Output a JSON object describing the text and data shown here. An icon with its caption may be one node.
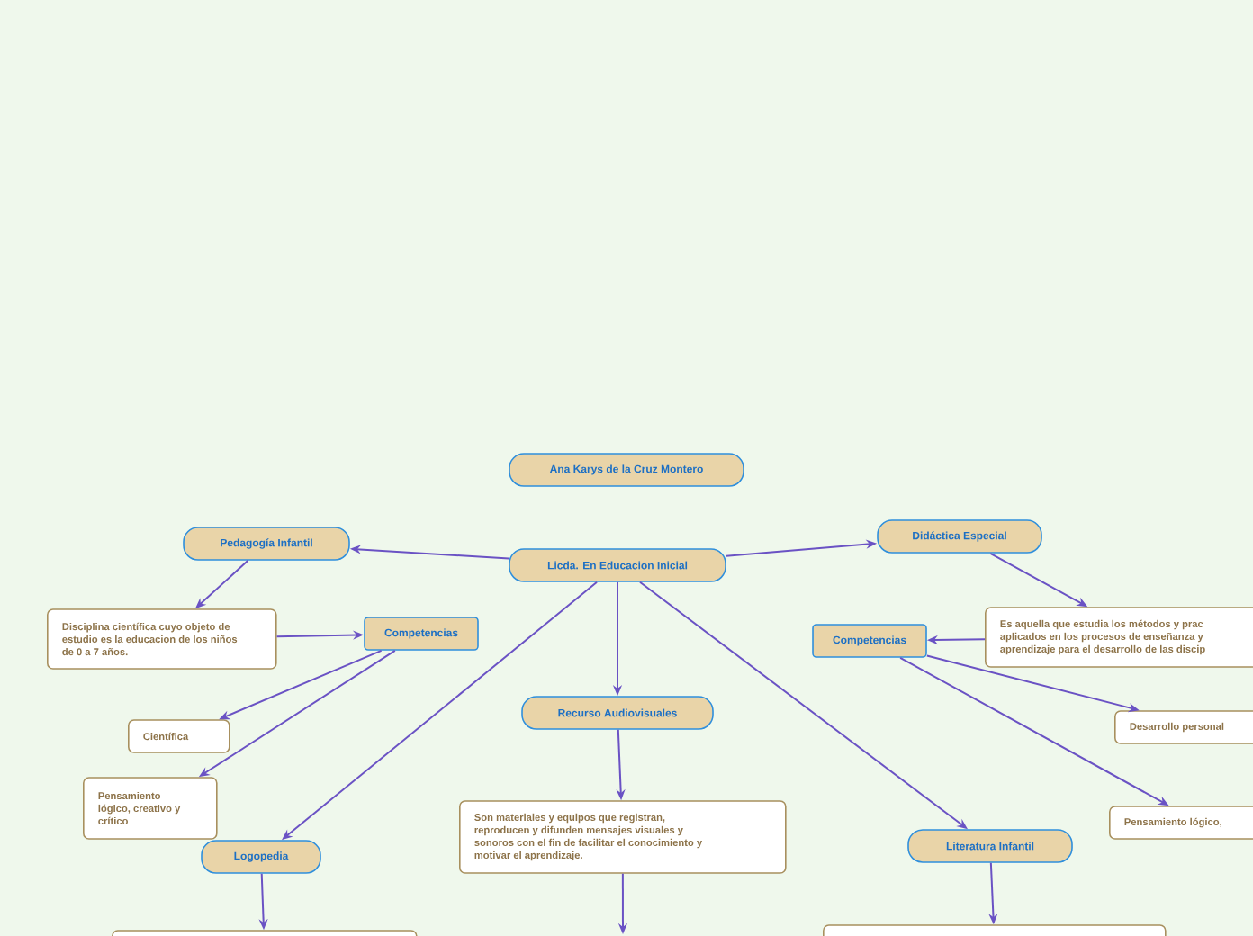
{
  "diagram": {
    "nodes": [
      {
        "text": [
          "Ana Karys de la Cruz Montero"
        ]
      },
      {
        "text": [
          "Licda. En Educacion Inicial"
        ]
      },
      {
        "text": [
          "Pedagogía Infantil"
        ]
      },
      {
        "text": [
          "Disciplina científica cuyo objeto de estudio es la educacion de los niños de 0 a 7 años."
        ]
      },
      {
        "text": [
          "Competencias"
        ]
      },
      {
        "text": [
          "Científica"
        ]
      },
      {
        "text": [
          "Pensamiento lógico, creativo y crítico"
        ]
      },
      {
        "text": [
          "Logopedia"
        ]
      },
      {
        "text": [],
        "shape": "box"
      },
      {
        "text": [
          "Recurso Audiovisuales"
        ]
      },
      {
        "text": [
          "Son materiales y equipos que registran, reproducen y difunden mensajes visuales y sonoros con el fin de facilitar el conocimiento y motivar el aprendizaje."
        ]
      },
      {
        "text": [
          "Didáctica Especial"
        ]
      },
      {
        "text": [
          "Es aquella que estudia los métodos y prac aplicados en los procesos de enseñanza y aprendizaje para el desarrollo de las discip"
        ]
      },
      {
        "text": [
          "Competencias"
        ]
      },
      {
        "text": [
          "Desarrollo personal"
        ]
      },
      {
        "text": [
          "Pensamiento lógico,"
        ]
      },
      {
        "text": [
          "Literatura Infantil"
        ]
      },
      {
        "text": [],
        "shape": "box"
      }
    ],
    "edges": [
      {
        "from": 1,
        "to": 2,
        "arrow": "to"
      },
      {
        "from": 1,
        "to": 11,
        "arrow": "to"
      },
      {
        "from": 1,
        "to": 7,
        "arrow": "to"
      },
      {
        "from": 1,
        "to": 9,
        "arrow": "to"
      },
      {
        "from": 1,
        "to": 16,
        "arrow": "to"
      },
      {
        "from": 2,
        "to": 3,
        "arrow": "to"
      },
      {
        "from": 3,
        "to": 4,
        "arrow": "to"
      },
      {
        "from": 4,
        "to": 5,
        "arrow": "to"
      },
      {
        "from": 4,
        "to": 6,
        "arrow": "to"
      },
      {
        "from": 7,
        "to": 8,
        "arrow": "to"
      },
      {
        "from": 9,
        "to": 10,
        "arrow": "to"
      },
      {
        "from": 10,
        "to": null,
        "arrow": "to"
      },
      {
        "from": 11,
        "to": 12,
        "arrow": "to"
      },
      {
        "from": 12,
        "to": 13,
        "arrow": "to"
      },
      {
        "from": 13,
        "to": 14,
        "arrow": "to"
      },
      {
        "from": 13,
        "to": 15,
        "arrow": "to"
      },
      {
        "from": 16,
        "to": 17,
        "arrow": "to"
      }
    ]
  }
}
